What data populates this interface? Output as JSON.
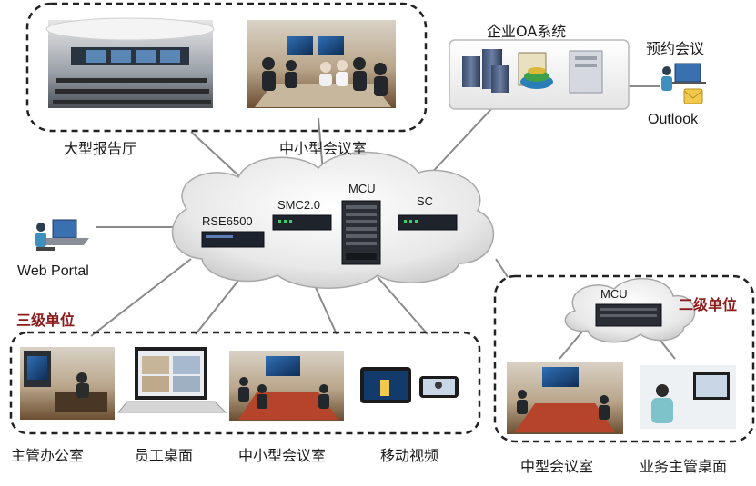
{
  "groups": {
    "top_rooms": {
      "large_hall": "大型报告厅",
      "small_meeting": "中小型会议室"
    },
    "oa": {
      "title": "企业OA系统",
      "booking": "预约会议",
      "outlook": "Outlook"
    },
    "web_portal": "Web Portal",
    "core": {
      "rse": "RSE6500",
      "smc": "SMC2.0",
      "mcu": "MCU",
      "sc": "SC"
    },
    "level3": {
      "title": "三级单位",
      "items": [
        "主管办公室",
        "员工桌面",
        "中小型会议室",
        "移动视频"
      ]
    },
    "level2": {
      "title": "二级单位",
      "mcu": "MCU",
      "items": [
        "中型会议室",
        "业务主管桌面"
      ]
    }
  },
  "colors": {
    "accent_red": "#8b1a1a",
    "cloud_fill": "#e9e9e9",
    "link_gray": "#8a8a8a"
  }
}
